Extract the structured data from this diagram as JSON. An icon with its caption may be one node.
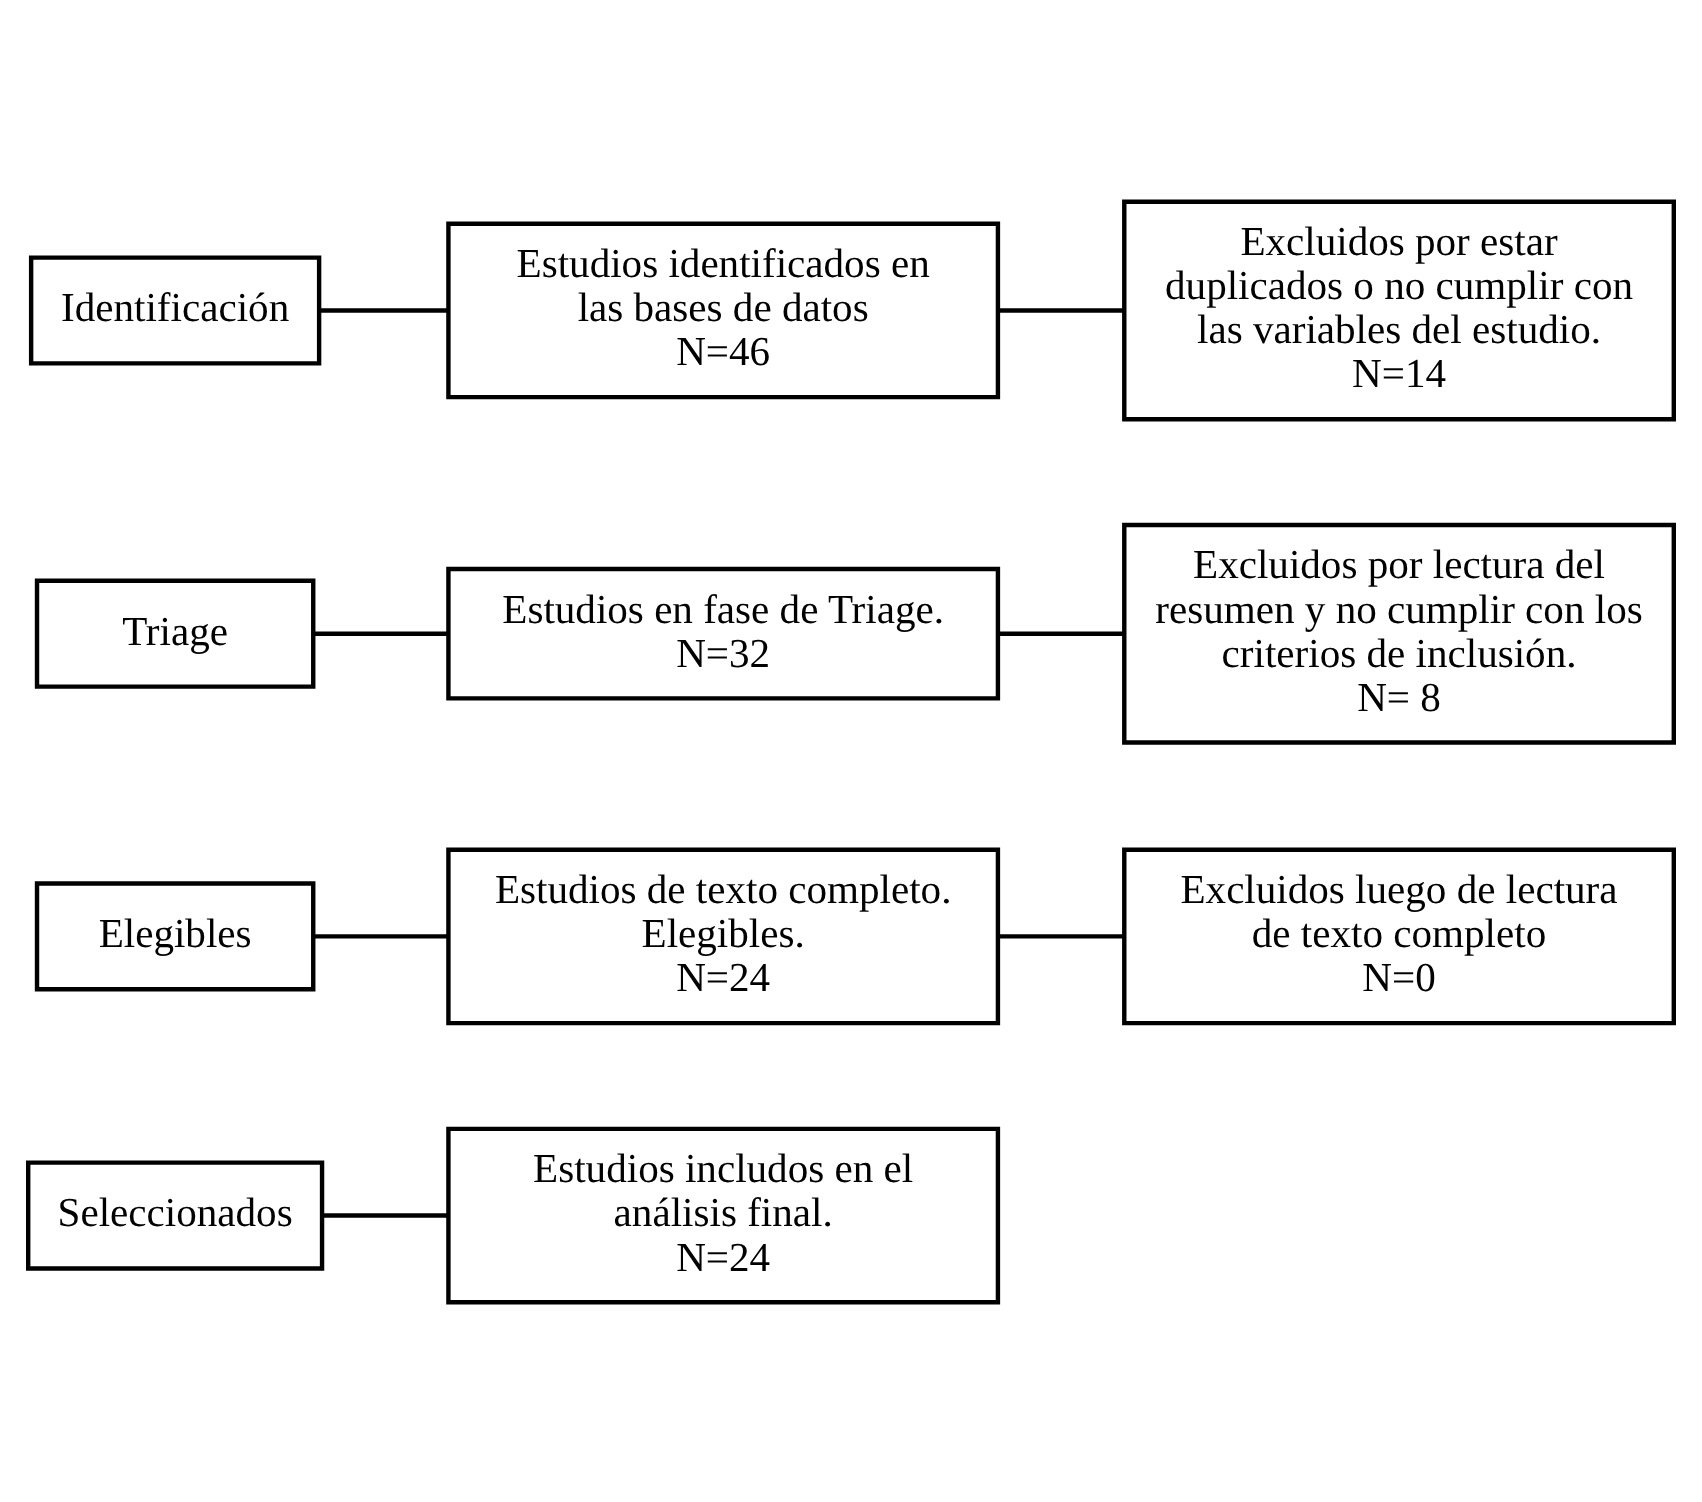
{
  "diagram": {
    "nodes": [
      {
        "text": [
          "Identificación"
        ]
      },
      {
        "text": [
          "Estudios identificados en las bases de datos",
          "N=46"
        ]
      },
      {
        "text": [
          "Excluidos por estar duplicados o no cumplir con las variables del estudio.",
          "N=14"
        ]
      },
      {
        "text": [
          "Triage"
        ]
      },
      {
        "text": [
          "Estudios en fase de Triage.",
          "N=32"
        ]
      },
      {
        "text": [
          "Excluidos por lectura del resumen y no cumplir con los criterios de inclusión.",
          "N= 8"
        ]
      },
      {
        "text": [
          "Elegibles"
        ]
      },
      {
        "text": [
          "Estudios de texto completo. Elegibles.",
          "N=24"
        ]
      },
      {
        "text": [
          "Excluidos luego de lectura de texto completo",
          "N=0"
        ]
      },
      {
        "text": [
          "Seleccionados"
        ]
      },
      {
        "text": [
          "Estudios includos en el análisis final.",
          "N=24"
        ]
      }
    ],
    "edges": [
      {
        "from": 0,
        "to": 1,
        "arrow": "none"
      },
      {
        "from": 1,
        "to": 2,
        "arrow": "none"
      },
      {
        "from": 3,
        "to": 4,
        "arrow": "none"
      },
      {
        "from": 4,
        "to": 5,
        "arrow": "none"
      },
      {
        "from": 6,
        "to": 7,
        "arrow": "none"
      },
      {
        "from": 7,
        "to": 8,
        "arrow": "none"
      },
      {
        "from": 9,
        "to": 10,
        "arrow": "none"
      }
    ]
  }
}
